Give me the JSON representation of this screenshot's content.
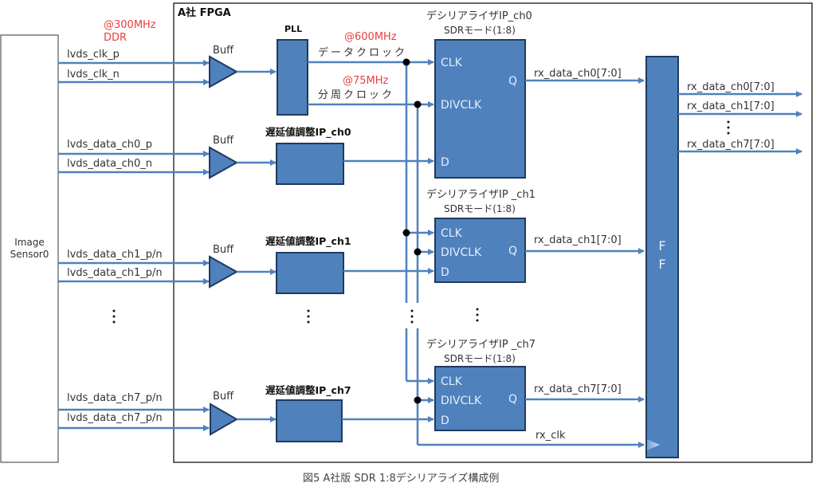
{
  "figure": {
    "caption": "図5 A社版 SDR 1:8デシリアライズ構成例",
    "fpga_title": "A社 FPGA",
    "sensor_label_line1": "Image",
    "sensor_label_line2": "Sensor0"
  },
  "clock_input": {
    "freq_line1": "@300MHz",
    "freq_line2": "DDR",
    "signal_p": "lvds_clk_p",
    "signal_n": "lvds_clk_n",
    "buffer_label": "Buff"
  },
  "pll": {
    "label": "PLL",
    "data_clock_freq": "@600MHz",
    "data_clock_label": "データクロック",
    "div_clock_freq": "@75MHz",
    "div_clock_label": "分周クロック"
  },
  "channels": [
    {
      "signal_p": "lvds_data_ch0_p",
      "signal_n": "lvds_data_ch0_n",
      "buffer_label": "Buff",
      "delay_label": "遅延値調整IP_ch0",
      "deser_title": "デシリアライザIP_ch0",
      "deser_mode": "SDRモード(1:8)",
      "port_clk": "CLK",
      "port_divclk": "DIVCLK",
      "port_d": "D",
      "port_q": "Q",
      "output_label": "rx_data_ch0[7:0]"
    },
    {
      "signal_p": "lvds_data_ch1_p/n",
      "signal_n": "lvds_data_ch1_p/n",
      "buffer_label": "Buff",
      "delay_label": "遅延値調整IP_ch1",
      "deser_title": "デシリアライザIP _ch1",
      "deser_mode": "SDRモード(1:8)",
      "port_clk": "CLK",
      "port_divclk": "DIVCLK",
      "port_d": "D",
      "port_q": "Q",
      "output_label": "rx_data_ch1[7:0]"
    },
    {
      "signal_p": "lvds_data_ch7_p/n",
      "signal_n": "lvds_data_ch7_p/n",
      "buffer_label": "Buff",
      "delay_label": "遅延値調整IP_ch7",
      "deser_title": "デシリアライザIP _ch7",
      "deser_mode": "SDRモード(1:8)",
      "port_clk": "CLK",
      "port_divclk": "DIVCLK",
      "port_d": "D",
      "port_q": "Q",
      "output_label": "rx_data_ch7[7:0]"
    }
  ],
  "flipflop": {
    "label_line1": "F",
    "label_line2": "F",
    "clock_input_label": "rx_clk",
    "outputs": [
      "rx_data_ch0[7:0]",
      "rx_data_ch1[7:0]",
      "rx_data_ch7[7:0]"
    ]
  },
  "colors": {
    "block_fill": "#4f81bd",
    "block_stroke": "#1f3a5f",
    "annotation_red": "#e8403c"
  }
}
